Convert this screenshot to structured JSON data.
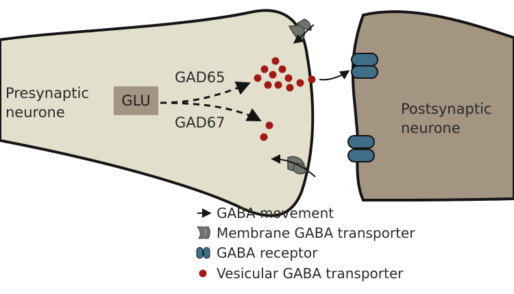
{
  "diagram": {
    "presynaptic_label": [
      "Presynaptic",
      "neurone"
    ],
    "postsynaptic_label": [
      "Postsynaptic",
      "neurone"
    ],
    "glu_label": "GLU",
    "gad65_label": "GAD65",
    "gad67_label": "GAD67"
  },
  "legend": {
    "items": [
      {
        "icon": "arrow-icon",
        "label": "GABA movement"
      },
      {
        "icon": "membrane-transporter-icon",
        "label": "Membrane GABA transporter"
      },
      {
        "icon": "receptor-icon",
        "label": "GABA receptor"
      },
      {
        "icon": "vesicle-dot-icon",
        "label": "Vesicular GABA transporter"
      }
    ]
  },
  "colors": {
    "presynaptic_fill": "#e2dfcc",
    "postsynaptic_fill": "#a49482",
    "glu_box": "#a49482",
    "vesicle": "#a01818",
    "receptor": "#3f6f88",
    "transporter": "#6f756c",
    "outline": "#141414"
  }
}
